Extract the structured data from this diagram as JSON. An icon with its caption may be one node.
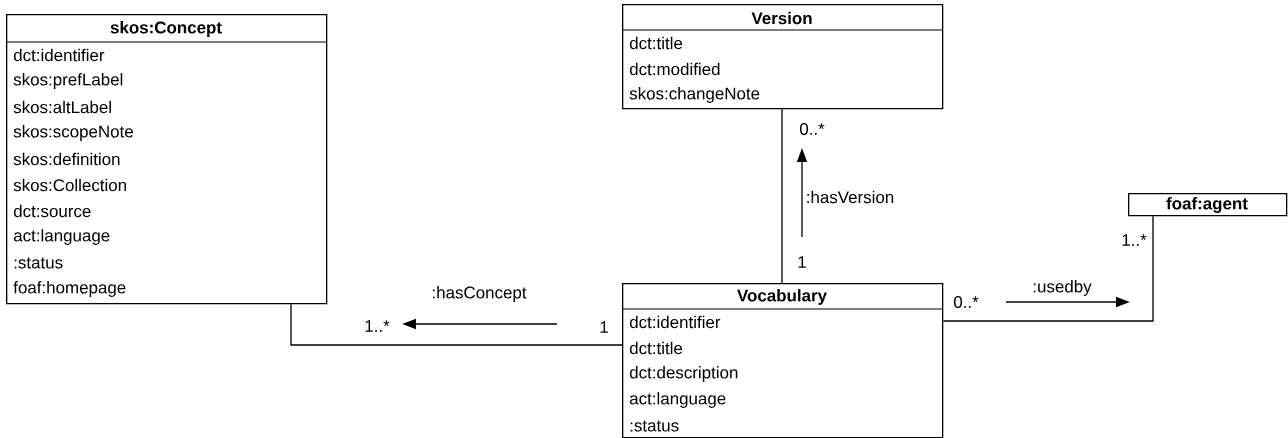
{
  "diagram": {
    "nodes": [
      {
        "text": [
          "skos:Concept",
          "dct:identifier",
          "skos:prefLabel",
          "skos:altLabel",
          "skos:scopeNote",
          "skos:definition",
          "skos:Collection",
          "dct:source",
          "act:language",
          ":status",
          "foaf:homepage"
        ]
      },
      {
        "text": [
          "Version",
          "dct:title",
          "dct:modified",
          "skos:changeNote"
        ]
      },
      {
        "text": [
          "foaf:agent"
        ]
      },
      {
        "text": [
          "Vocabulary",
          "dct:identifier",
          "dct:title",
          "dct:description",
          "act:language",
          ":status"
        ]
      }
    ],
    "edges": [
      {
        "from": 3,
        "to": 0,
        "arrow": "none",
        "label": ":hasConcept"
      },
      {
        "from": 3,
        "to": 1,
        "arrow": "none",
        "label": ":hasVersion"
      },
      {
        "from": 3,
        "to": 2,
        "arrow": "none",
        "label": ":usedby"
      }
    ],
    "labels": [
      "0..*",
      "1..*",
      "1",
      "0..*",
      "1..*",
      "1"
    ]
  }
}
